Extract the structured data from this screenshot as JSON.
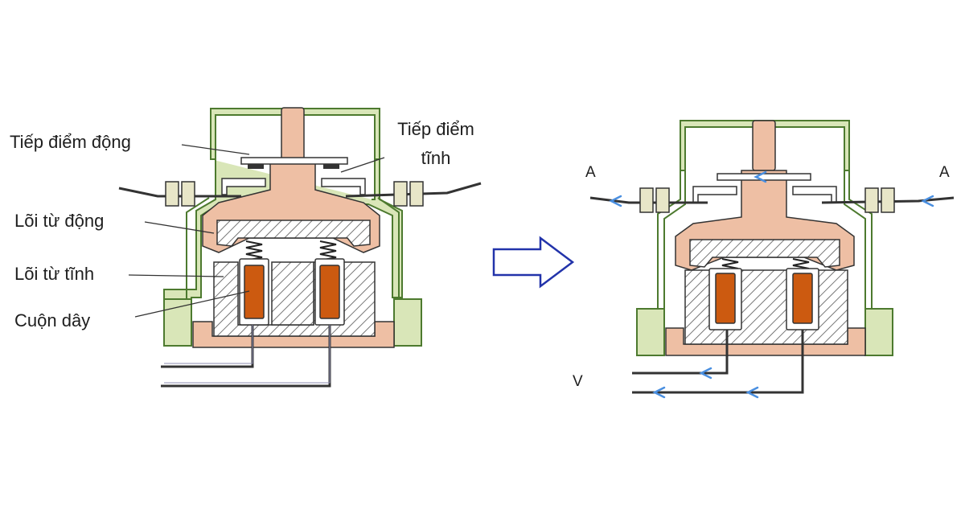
{
  "diagram": {
    "labels": {
      "moving_contact": "Tiếp điểm động",
      "fixed_contact_line1": "Tiếp điểm",
      "fixed_contact_line2": "tĩnh",
      "moving_core": "Lõi từ động",
      "fixed_core": "Lõi từ tĩnh",
      "coil": "Cuộn dây",
      "terminal_left": "A",
      "terminal_right": "A",
      "voltage": "V"
    },
    "colors": {
      "frame": "#d9e6b8",
      "frame_stroke": "#4d7a2f",
      "base": "#eebfa4",
      "core": "#ffffff",
      "hatch": "#555555",
      "coil": "#cc5a10",
      "current_arrow": "#4a8fe0",
      "state_arrow": "#2233aa"
    },
    "icons": [
      "spring-icon",
      "current-arrow-icon",
      "state-transition-arrow-icon"
    ]
  }
}
